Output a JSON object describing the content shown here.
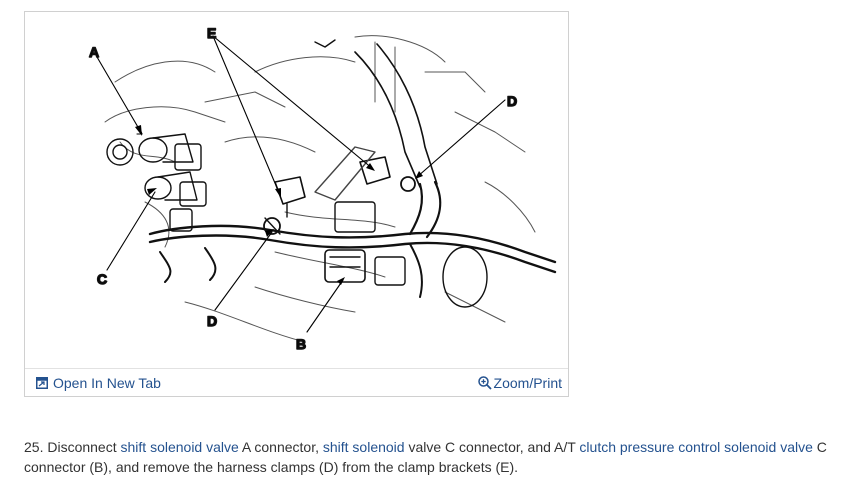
{
  "figure": {
    "callouts": {
      "a": "A",
      "b": "B",
      "c": "C",
      "d_left": "D",
      "d_right": "D",
      "e": "E"
    }
  },
  "toolbar": {
    "open_tab_label": "Open In New Tab",
    "open_tab_icon": "open-in-new-tab-icon",
    "zoom_label": "Zoom/Print",
    "zoom_icon": "magnifier-plus-icon"
  },
  "caption": {
    "step": "25. Disconnect ",
    "link1": "shift solenoid valve",
    "text1": " A connector, ",
    "link2": "shift solenoid",
    "text2": " valve C connector, and A/T ",
    "link3": "clutch pressure control solenoid valve",
    "text3": " C connector (B), and remove the harness clamps (D) from the clamp brackets (E)."
  },
  "colors": {
    "link": "#24528f",
    "text": "#333333",
    "border": "#d0d0d0"
  }
}
